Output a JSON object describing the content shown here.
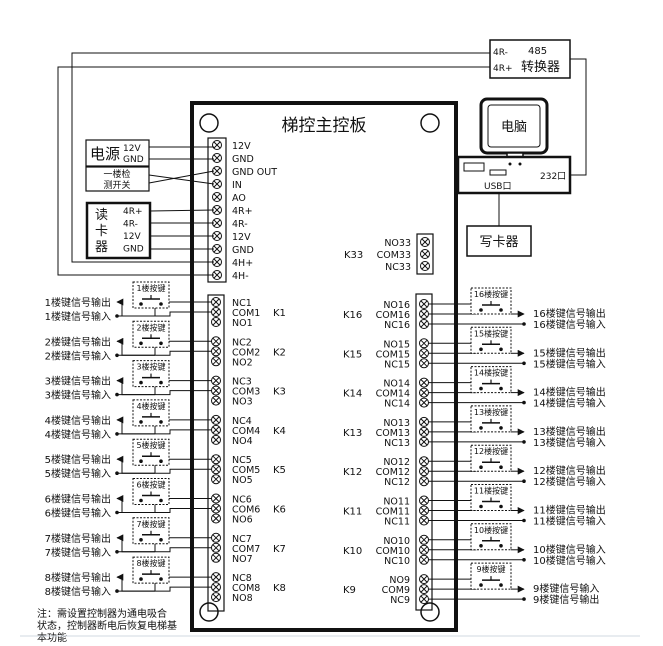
{
  "board": {
    "title": "梯控主控板"
  },
  "left_terminals": [
    "12V",
    "GND",
    "GND OUT",
    "IN",
    "AO",
    "4R+",
    "4R-",
    "12V",
    "GND",
    "4H+",
    "4H-"
  ],
  "power": {
    "label": "电源",
    "pins": [
      "12V",
      "GND"
    ]
  },
  "floor_detect": {
    "line1": "一楼检",
    "line2": "测开关"
  },
  "reader": {
    "label": "读卡器",
    "pins": [
      "4R+",
      "4R-",
      "12V",
      "GND"
    ]
  },
  "converter": {
    "pins": [
      "4R-",
      "4R+"
    ],
    "model": "485",
    "label": "转换器"
  },
  "computer": {
    "label": "电脑",
    "usb": "USB口",
    "serial": "232口"
  },
  "writer": {
    "label": "写卡器"
  },
  "k33": {
    "label": "K33",
    "pins": [
      "NO33",
      "COM33",
      "NC33"
    ]
  },
  "left_relays": [
    {
      "k": "K1",
      "pins": [
        "NC1",
        "COM1",
        "NO1"
      ],
      "button": "1楼按键",
      "out": "1楼键信号输出",
      "in": "1楼键信号输入"
    },
    {
      "k": "K2",
      "pins": [
        "NC2",
        "COM2",
        "NO2"
      ],
      "button": "2楼按键",
      "out": "2楼键信号输出",
      "in": "2楼键信号输入"
    },
    {
      "k": "K3",
      "pins": [
        "NC3",
        "COM3",
        "NO3"
      ],
      "button": "3楼按键",
      "out": "3楼键信号输出",
      "in": "3楼键信号输入"
    },
    {
      "k": "K4",
      "pins": [
        "NC4",
        "COM4",
        "NO4"
      ],
      "button": "4楼按键",
      "out": "4楼键信号输出",
      "in": "4楼键信号输入"
    },
    {
      "k": "K5",
      "pins": [
        "NC5",
        "COM5",
        "NO5"
      ],
      "button": "5楼按键",
      "out": "5楼键信号输出",
      "in": "5楼键信号输入"
    },
    {
      "k": "K6",
      "pins": [
        "NC6",
        "COM6",
        "NO6"
      ],
      "button": "6楼按键",
      "out": "6楼键信号输出",
      "in": "6楼键信号输入"
    },
    {
      "k": "K7",
      "pins": [
        "NC7",
        "COM7",
        "NO7"
      ],
      "button": "7楼按键",
      "out": "7楼键信号输出",
      "in": "7楼键信号输入"
    },
    {
      "k": "K8",
      "pins": [
        "NC8",
        "COM8",
        "NO8"
      ],
      "button": "8楼按键",
      "out": "8楼键信号输出",
      "in": "8楼键信号输入"
    }
  ],
  "right_relays": [
    {
      "k": "K16",
      "pins": [
        "NO16",
        "COM16",
        "NC16"
      ],
      "button": "16楼按键",
      "out": "16楼键信号输出",
      "in": "16楼键信号输入"
    },
    {
      "k": "K15",
      "pins": [
        "NO15",
        "COM15",
        "NC15"
      ],
      "button": "15楼按键",
      "out": "15楼键信号输出",
      "in": "15楼键信号输入"
    },
    {
      "k": "K14",
      "pins": [
        "NO14",
        "COM14",
        "NC14"
      ],
      "button": "14楼按键",
      "out": "14楼键信号输出",
      "in": "14楼键信号输入"
    },
    {
      "k": "K13",
      "pins": [
        "NO13",
        "COM13",
        "NC13"
      ],
      "button": "13楼按键",
      "out": "13楼键信号输出",
      "in": "13楼键信号输入"
    },
    {
      "k": "K12",
      "pins": [
        "NO12",
        "COM12",
        "NC12"
      ],
      "button": "12楼按键",
      "out": "12楼键信号输出",
      "in": "12楼键信号输入"
    },
    {
      "k": "K11",
      "pins": [
        "NO11",
        "COM11",
        "NC11"
      ],
      "button": "11楼按键",
      "out": "11楼键信号输出",
      "in": "11楼键信号输入"
    },
    {
      "k": "K10",
      "pins": [
        "NO10",
        "COM10",
        "NC10"
      ],
      "button": "10楼按键",
      "out": "10楼键信号输入",
      "in": "10楼键信号输入"
    },
    {
      "k": "K9",
      "pins": [
        "NO9",
        "COM9",
        "NC9"
      ],
      "button": "9楼按键",
      "out": "9楼键信号输入",
      "in": "9楼键信号输出"
    }
  ],
  "note": {
    "line1": "注：需设置控制器为通电吸合",
    "line2": "状态，控制器断电后恢复电梯基",
    "line3": "本功能"
  }
}
